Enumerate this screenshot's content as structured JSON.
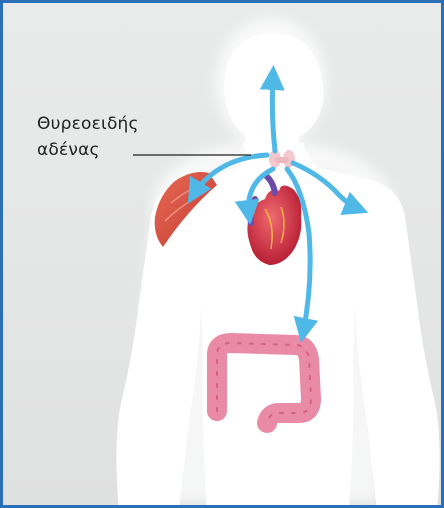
{
  "diagram": {
    "label_line1": "Θυρεοειδής",
    "label_line2": "αδένας",
    "colors": {
      "frame": "#2b6fb6",
      "background": "#e6e7e7",
      "body": "#ffffff",
      "arrows": "#4fb8e6",
      "heart": "#d8324a",
      "intestine": "#e98aa6",
      "muscle": "#d94a3c",
      "thyroid": "#f3c9cf"
    },
    "icons": [
      "human-body-silhouette",
      "thyroid-gland",
      "heart",
      "intestine",
      "shoulder-muscle",
      "hormone-arrows"
    ]
  }
}
